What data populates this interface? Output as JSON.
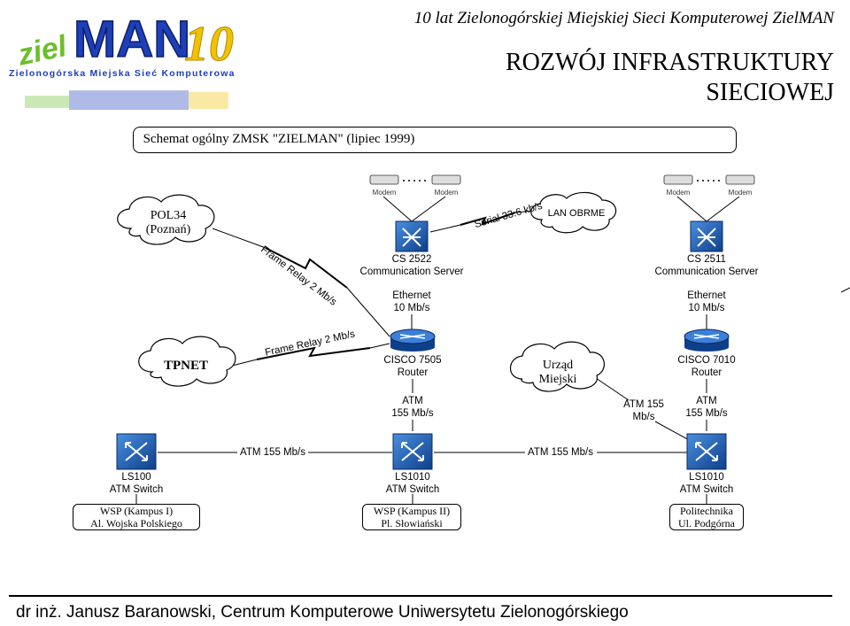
{
  "header": {
    "title": "10 lat Zielonogórskiej Miejskiej Sieci Komputerowej ZielMAN",
    "main_title_line1": "ROZWÓJ INFRASTRUKTURY",
    "main_title_line2": "SIECIOWEJ"
  },
  "logo": {
    "text_ziel": "ziel",
    "text_man": "MAN",
    "text_10": "10",
    "subtitle": "Zielonogórska Miejska Sieć Komputerowa"
  },
  "caption": "Schemat ogólny ZMSK \"ZIELMAN\" (lipiec 1999)",
  "nodes": {
    "pol34": {
      "line1": "POL34",
      "line2": "(Poznań)"
    },
    "tpnet": "TPNET",
    "lan_obrme": "LAN OBRME",
    "urzad": {
      "line1": "Urząd",
      "line2": "Miejski"
    },
    "cs2522": {
      "line1": "CS 2522",
      "line2": "Communication Server"
    },
    "cs2511": {
      "line1": "CS 2511",
      "line2": "Communication Server"
    },
    "eth1": {
      "line1": "Ethernet",
      "line2": "10 Mb/s"
    },
    "eth2": {
      "line1": "Ethernet",
      "line2": "10 Mb/s"
    },
    "cisco7505": {
      "line1": "CISCO 7505",
      "line2": "Router"
    },
    "cisco7010": {
      "line1": "CISCO 7010",
      "line2": "Router"
    },
    "atm1": {
      "line1": "ATM",
      "line2": "155 Mb/s"
    },
    "atm2": {
      "line1": "ATM",
      "line2": "155 Mb/s"
    },
    "atm_urzad": {
      "line1": "ATM 155",
      "line2": "Mb/s"
    },
    "ls100": {
      "line1": "LS100",
      "line2": "ATM Switch"
    },
    "ls1010a": {
      "line1": "LS1010",
      "line2": "ATM Switch"
    },
    "ls1010b": {
      "line1": "LS1010",
      "line2": "ATM Switch"
    },
    "wsp1": {
      "line1": "WSP (Kampus I)",
      "line2": "Al. Wojska Polskiego"
    },
    "wsp2": {
      "line1": "WSP (Kampus II)",
      "line2": "Pl. Słowiański"
    },
    "poli": {
      "line1": "Politechnika",
      "line2": "Ul. Podgórna"
    }
  },
  "links": {
    "serial": "Serial 33.6 kb/s",
    "frame_relay_1": "Frame Relay 2 Mb/s",
    "frame_relay_2": "Frame Relay 2 Mb/s",
    "atm_link_1": "ATM 155 Mb/s",
    "atm_link_2": "ATM 155 Mb/s"
  },
  "modems": {
    "label": "Modem"
  },
  "footer": "dr inż. Janusz Baranowski, Centrum Komputerowe Uniwersytetu Zielonogórskiego",
  "colors": {
    "device_blue": "#1a5fb4",
    "logo_blue": "#1d3fb8",
    "logo_green": "#6bbf2a",
    "logo_yellow": "#f2c200"
  }
}
